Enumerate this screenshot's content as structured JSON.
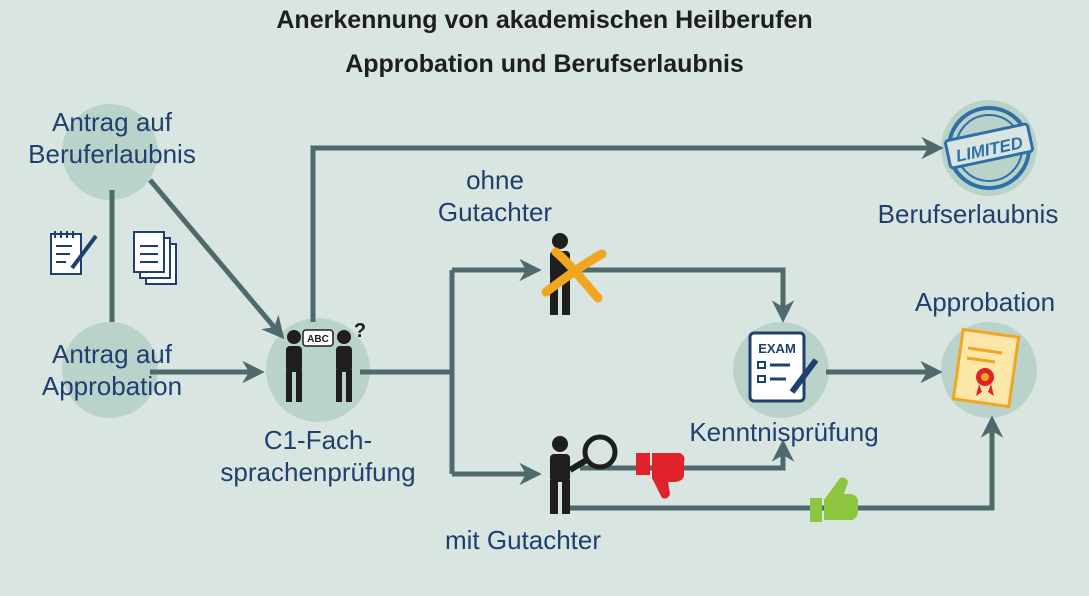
{
  "title": {
    "line1": "Anerkennung von akademischen Heilberufen",
    "line2": "Approbation und Berufserlaubnis"
  },
  "nodes": {
    "antrag_berufserlaubnis": {
      "line1": "Antrag auf",
      "line2": "Beruferlaubnis"
    },
    "antrag_approbation": {
      "line1": "Antrag auf",
      "line2": "Approbation"
    },
    "sprachpruefung": {
      "line1": "C1-Fach-",
      "line2": "sprachenprüfung"
    },
    "ohne_gutachter": {
      "line1": "ohne",
      "line2": "Gutachter"
    },
    "mit_gutachter": {
      "line1": "mit Gutachter"
    },
    "kenntnispruefung": {
      "line1": "Kenntnisprüfung"
    },
    "berufserlaubnis": {
      "line1": "Berufserlaubnis"
    },
    "approbation": {
      "line1": "Approbation"
    }
  },
  "icon_text": {
    "speech_bubble": "ABC",
    "question": "?",
    "exam": "EXAM",
    "stamp": "LIMITED"
  },
  "colors": {
    "background": "#d9e5e1",
    "arrow": "#4f6a6b",
    "circle": "#b9d3cb",
    "text": "#1f3f6e",
    "thumbs_down": "#e0222a",
    "thumbs_up": "#8cc63f",
    "cross": "#f2a51e",
    "stamp": "#2f6fa8"
  }
}
